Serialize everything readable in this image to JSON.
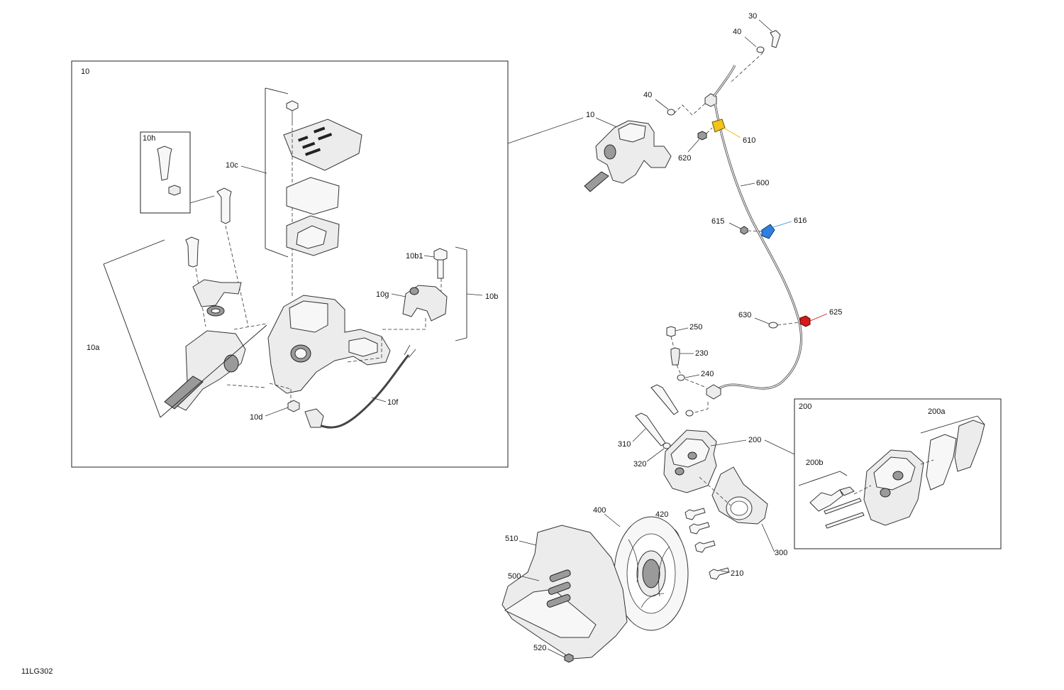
{
  "drawing_id": "11LG302",
  "colors": {
    "clamp_610": "#f2c418",
    "clamp_616": "#2f7fe0",
    "clip_625": "#d41a1a",
    "lead_610": "#e8b800",
    "lead_616": "#2f8ad8",
    "lead_625": "#cc2222"
  },
  "callouts": {
    "c30": "30",
    "c40a": "40",
    "c40b": "40",
    "c10": "10",
    "c610": "610",
    "c620": "620",
    "c600": "600",
    "c615": "615",
    "c616": "616",
    "c630": "630",
    "c625": "625",
    "c250": "250",
    "c230": "230",
    "c240": "240",
    "c310": "310",
    "c320": "320",
    "c200": "200",
    "c400": "400",
    "c420": "420",
    "c300": "300",
    "c510": "510",
    "c500": "500",
    "c210": "210",
    "c520": "520"
  },
  "inset_10": {
    "title": "10",
    "labels": {
      "h10h": "10h",
      "l10c": "10c",
      "l10a": "10a",
      "l10b1": "10b1",
      "l10g": "10g",
      "l10b": "10b",
      "l10d": "10d",
      "l10f": "10f"
    }
  },
  "inset_200": {
    "title": "200",
    "labels": {
      "l200a": "200a",
      "l200b": "200b"
    }
  }
}
